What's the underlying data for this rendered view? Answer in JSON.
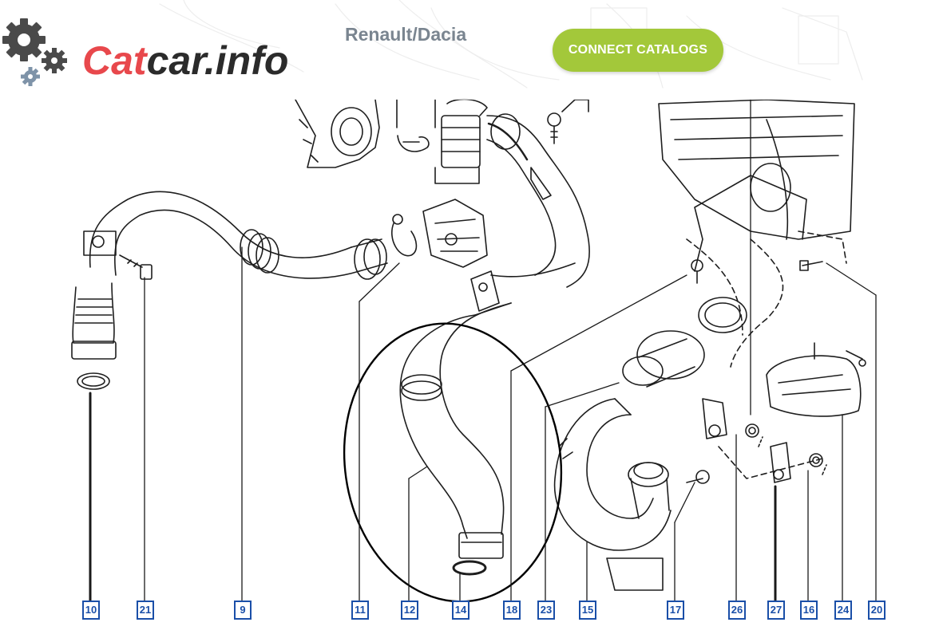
{
  "header": {
    "logo_cat": "Cat",
    "logo_rest": "car.info",
    "brand": "Renault/Dacia",
    "cta_label": "CONNECT CATALOGS"
  },
  "colors": {
    "brand": "#e8484c",
    "cta": "#a3c83a",
    "callout": "#1a4fa8"
  },
  "icons": [
    "gears-icon"
  ],
  "callouts": [
    "10",
    "21",
    "9",
    "11",
    "12",
    "14",
    "18",
    "23",
    "15",
    "17",
    "26",
    "27",
    "16",
    "24",
    "20"
  ]
}
